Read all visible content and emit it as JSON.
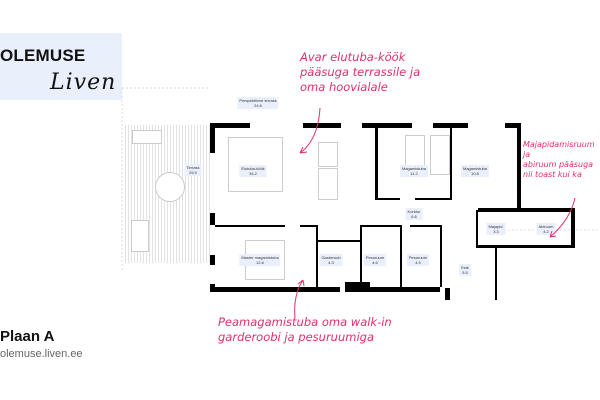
{
  "brand": {
    "name": "OLEMUSE",
    "script_logo": "Liven"
  },
  "plan": {
    "title": "Plaan A",
    "website": "olemuse.liven.ee"
  },
  "rooms": [
    {
      "name": "Perspektiivne terrass",
      "area": "24.6"
    },
    {
      "name": "Terrass",
      "area": "25.0"
    },
    {
      "name": "Elutuba-köök",
      "area": "34.2"
    },
    {
      "name": "Magamistuba",
      "area": "11.2"
    },
    {
      "name": "Magamistuba",
      "area": "10.6"
    },
    {
      "name": "Koridor",
      "area": "6.6"
    },
    {
      "name": "Majapid.",
      "area": "3.3"
    },
    {
      "name": "Abiruum",
      "area": "4.2"
    },
    {
      "name": "Master magamistuba",
      "area": "12.6"
    },
    {
      "name": "Garderoob",
      "area": "4.3"
    },
    {
      "name": "Pesuruum",
      "area": "4.6"
    },
    {
      "name": "Pesuruum",
      "area": "4.9"
    },
    {
      "name": "Esik",
      "area": "5.5"
    }
  ],
  "annotations": {
    "living": [
      "Avar elutuba-köök",
      "pääsuga  terrassile ja",
      "oma hoovialale"
    ],
    "utility": [
      "Majapidamisruum ja",
      "abiruum pääsuga",
      "nii toast kui ka"
    ],
    "master": [
      "Peamagamistuba oma walk-in",
      "garderoobi ja pesuruumiga"
    ]
  },
  "colors": {
    "accent": "#e0306b",
    "label_bg": "#e9f0fc"
  }
}
